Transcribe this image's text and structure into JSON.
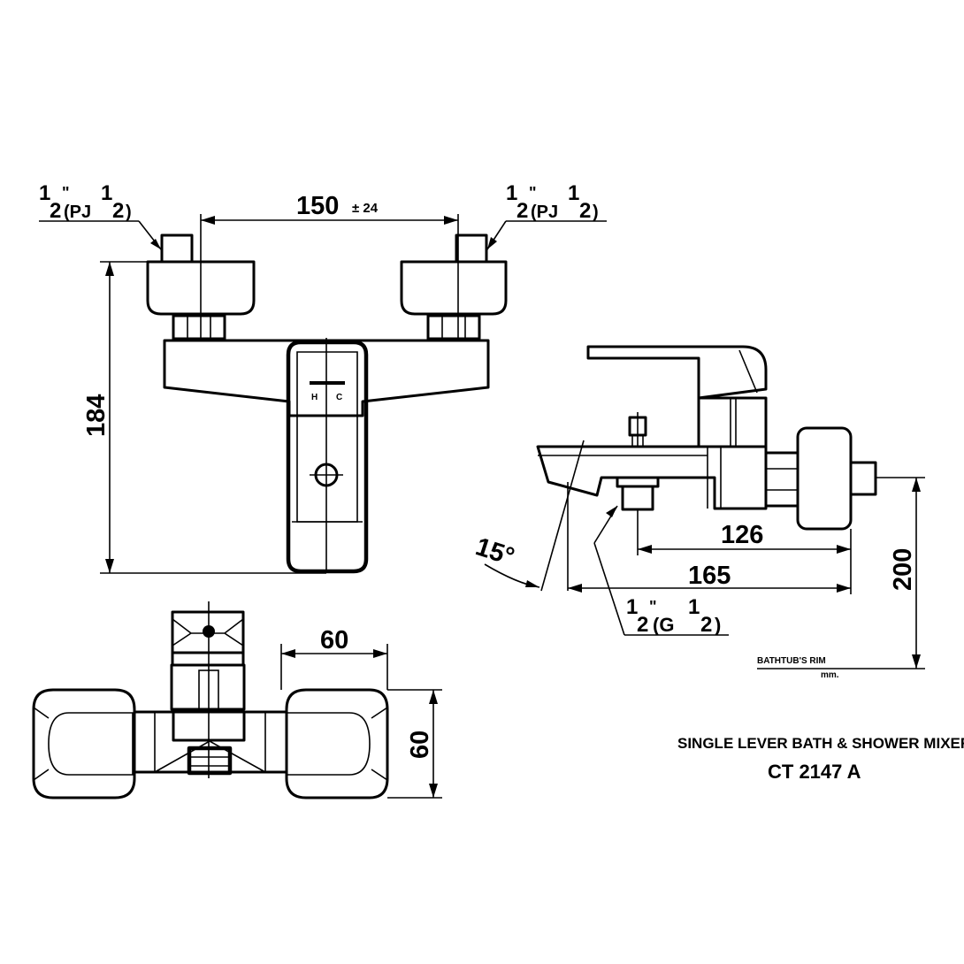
{
  "dimensions": {
    "inlet_spacing": "150",
    "inlet_tolerance": "± 24",
    "height": "184",
    "depth_top": "60",
    "depth_side": "60",
    "spout_offset_1": "126",
    "spout_offset_2": "165",
    "rim_height": "200",
    "spout_angle": "15°"
  },
  "connections": {
    "inlet_left": {
      "a": "1",
      "b": "2",
      "mark": "\"",
      "thread": "(PJ",
      "c": "1",
      "d": "2",
      "close": ")"
    },
    "inlet_right": {
      "a": "1",
      "b": "2",
      "mark": "\"",
      "thread": "(PJ",
      "c": "1",
      "d": "2",
      "close": ")"
    },
    "outlet": {
      "a": "1",
      "b": "2",
      "mark": "\"",
      "thread": "(G",
      "c": "1",
      "d": "2",
      "close": ")"
    }
  },
  "reference": {
    "rim_label": "BATHTUB'S RIM",
    "unit_label": "mm."
  },
  "product": {
    "name": "SINGLE LEVER BATH & SHOWER MIXER",
    "model": "CT 2147 A"
  },
  "lever_marks": {
    "hot": "H",
    "cold": "C"
  }
}
